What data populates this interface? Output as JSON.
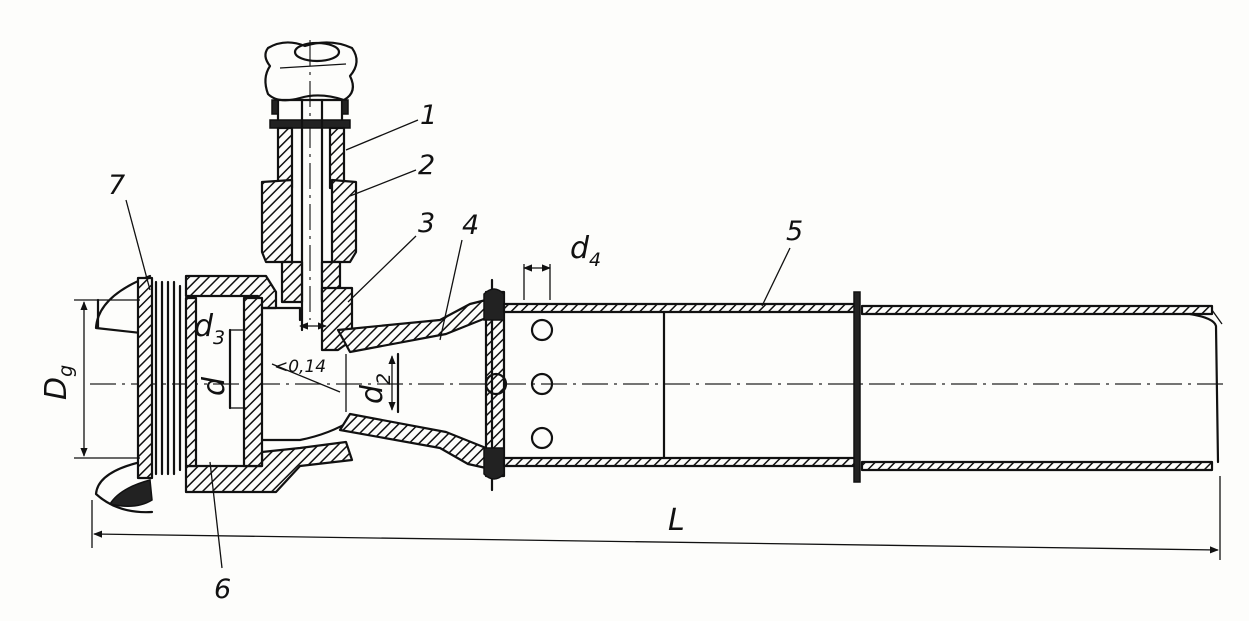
{
  "labels": {
    "part_1": "1",
    "part_2": "2",
    "part_3": "3",
    "part_4": "4",
    "part_5": "5",
    "part_6": "6",
    "part_7": "7",
    "dim_Dg_main": "D",
    "dim_Dg_sub": "g",
    "dim_d": "d",
    "dim_d3_main": "d",
    "dim_d3_sub": "3",
    "dim_d2_main": "d",
    "dim_d2_sub": "2",
    "dim_d4_main": "d",
    "dim_d4_sub": "4",
    "dim_L": "L",
    "angle": "<0,14"
  }
}
